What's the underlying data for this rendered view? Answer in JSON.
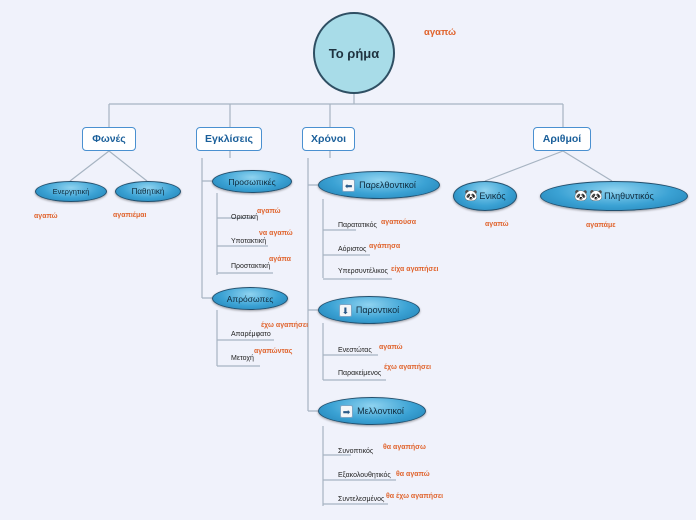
{
  "root": {
    "label": "Το ρήμα",
    "note": "αγαπώ"
  },
  "categories": {
    "fones": {
      "label": "Φωνές",
      "children": [
        {
          "label": "Ενεργητική",
          "note": "αγαπώ"
        },
        {
          "label": "Παθητική",
          "note": "αγαπιέμαι"
        }
      ]
    },
    "egkliseis": {
      "label": "Εγκλίσεις",
      "prosopikes": {
        "label": "Προσωπικές",
        "leaves": [
          {
            "label": "Οριστική",
            "note": "αγαπώ"
          },
          {
            "label": "Υποτακτική",
            "note": "να αγαπώ"
          },
          {
            "label": "Προστακτική",
            "note": "αγάπα"
          }
        ]
      },
      "aprosopes": {
        "label": "Απρόσωπες",
        "leaves": [
          {
            "label": "Απαρέμφατο",
            "note": "έχω αγαπήσει"
          },
          {
            "label": "Μετοχή",
            "note": "αγαπώντας"
          }
        ]
      }
    },
    "xronoi": {
      "label": "Χρόνοι",
      "parelthontikoi": {
        "label": "Παρελθοντικοί",
        "icon": "arrow-left-icon",
        "leaves": [
          {
            "label": "Παρατατικός",
            "note": "αγαπούσα"
          },
          {
            "label": "Αόριστος",
            "note": "αγάπησα"
          },
          {
            "label": "Υπερσυντέλικος",
            "note": "είχα αγαπήσει"
          }
        ]
      },
      "paronthikoi": {
        "label": "Παροντικοί",
        "icon": "arrow-down-icon",
        "leaves": [
          {
            "label": "Ενεστώτας",
            "note": "αγαπώ"
          },
          {
            "label": "Παρακείμενος",
            "note": "έχω αγαπήσει"
          }
        ]
      },
      "mellontikoi": {
        "label": "Μελλοντικοί",
        "icon": "arrow-right-icon",
        "leaves": [
          {
            "label": "Συνοπτικός",
            "note": "θα αγαπήσω"
          },
          {
            "label": "Εξακολουθητικός",
            "note": "θα αγαπώ"
          },
          {
            "label": "Συντελεσμένος",
            "note": "θα έχω αγαπήσει"
          }
        ]
      }
    },
    "arithmoi": {
      "label": "Αριθμοί",
      "children": [
        {
          "label": "Ενικός",
          "note": "αγαπώ",
          "icon": "panda-icon"
        },
        {
          "label": "Πληθυντικός",
          "note": "αγαπάμε",
          "icon": "panda-icon"
        }
      ]
    }
  },
  "colors": {
    "accent": "#e0632c",
    "connector": "#a7b4c2",
    "node_fill": "#3ba2d4",
    "category_border": "#4a90d0"
  }
}
